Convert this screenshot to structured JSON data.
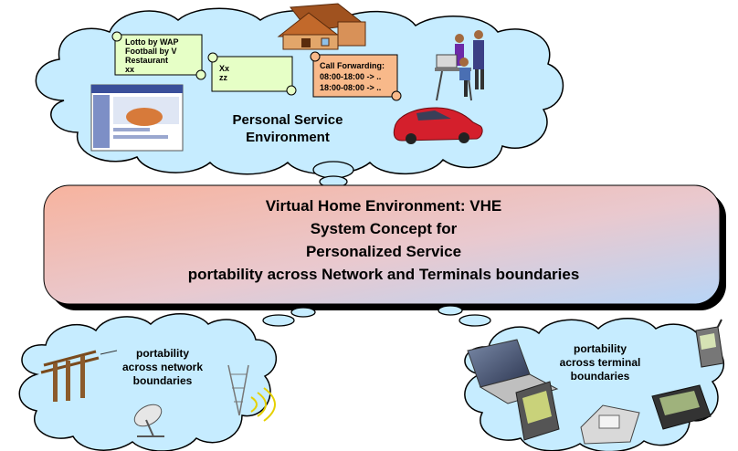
{
  "top_cloud": {
    "label_line1": "Personal Service",
    "label_line2": "Environment"
  },
  "scroll_services": [
    "Lotto by WAP",
    "Football by V",
    "Restaurant",
    "xx"
  ],
  "scroll_xx": [
    "Xx",
    "zz"
  ],
  "scroll_call": [
    "Call Forwarding:",
    "08:00-18:00 -> ..",
    "18:00-08:00 -> .."
  ],
  "vhe": {
    "line1": "Virtual Home Environment: VHE",
    "line2": "System Concept for",
    "line3": "Personalized Service",
    "line4": "portability across Network and Terminals boundaries"
  },
  "left_cloud": {
    "line1": "portability",
    "line2": "across network",
    "line3": "boundaries"
  },
  "right_cloud": {
    "line1": "portability",
    "line2": "across terminal",
    "line3": "boundaries"
  },
  "colors": {
    "cloud_fill": "#c6ecff",
    "box_gradient_left": "#f7b7a3",
    "box_gradient_right": "#bcd6f5",
    "scroll_green": "#e6ffc6",
    "scroll_orange": "#f8b98a"
  }
}
